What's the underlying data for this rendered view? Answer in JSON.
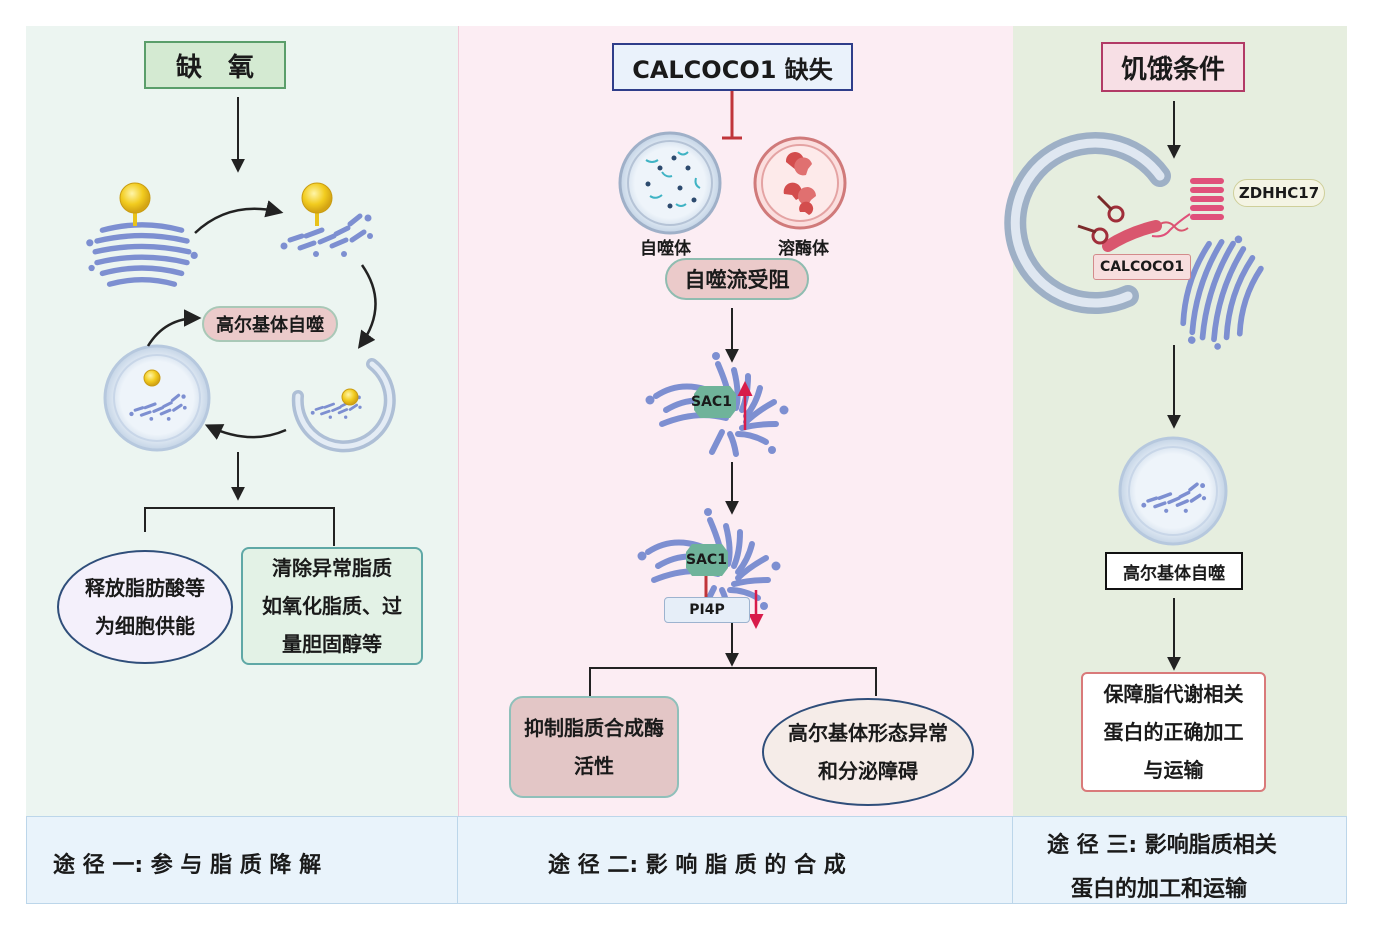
{
  "colors": {
    "panel1_bg": "#ecf5f1",
    "panel2_bg": "#fcedf3",
    "panel3_bg": "#e6eedf",
    "footer_bg": "#e9f3fb",
    "golgi_blue": "#7d8fd1",
    "lipid_yellow": "#f2cc1f",
    "inhibit_red": "#c0353a",
    "sac1_green": "#6fb39a",
    "arrow_red": "#d81b4a"
  },
  "panel1": {
    "header": "缺　氧",
    "golgi_autophagy_label": "高尔基体自噬",
    "outcome_left": "释放脂肪酸等\n为细胞供能",
    "outcome_right": "清除异常脂质\n如氧化脂质、过\n量胆固醇等",
    "footer": "途 径 一:  参 与 脂 质 降 解"
  },
  "panel2": {
    "header": "CALCOCO1 缺失",
    "autophagosome_label": "自噬体",
    "lysosome_label": "溶酶体",
    "flux_label": "自噬流受阻",
    "sac1_label_1": "SAC1",
    "sac1_label_2": "SAC1",
    "pi4p_label": "PI4P",
    "outcome_left": "抑制脂质合成酶\n活性",
    "outcome_right": "高尔基体形态异常\n和分泌障碍",
    "footer": "途 径 二: 影 响 脂 质 的 合 成"
  },
  "panel3": {
    "header": "饥饿条件",
    "zdhhc17_label": "ZDHHC17",
    "calcoco1_label": "CALCOCO1",
    "golgi_autophagy_label": "高尔基体自噬",
    "outcome": "保障脂代谢相关\n蛋白的正确加工\n与运输",
    "footer_line1": "途 径 三: 影响脂质相关",
    "footer_line2": "蛋白的加工和运输"
  }
}
